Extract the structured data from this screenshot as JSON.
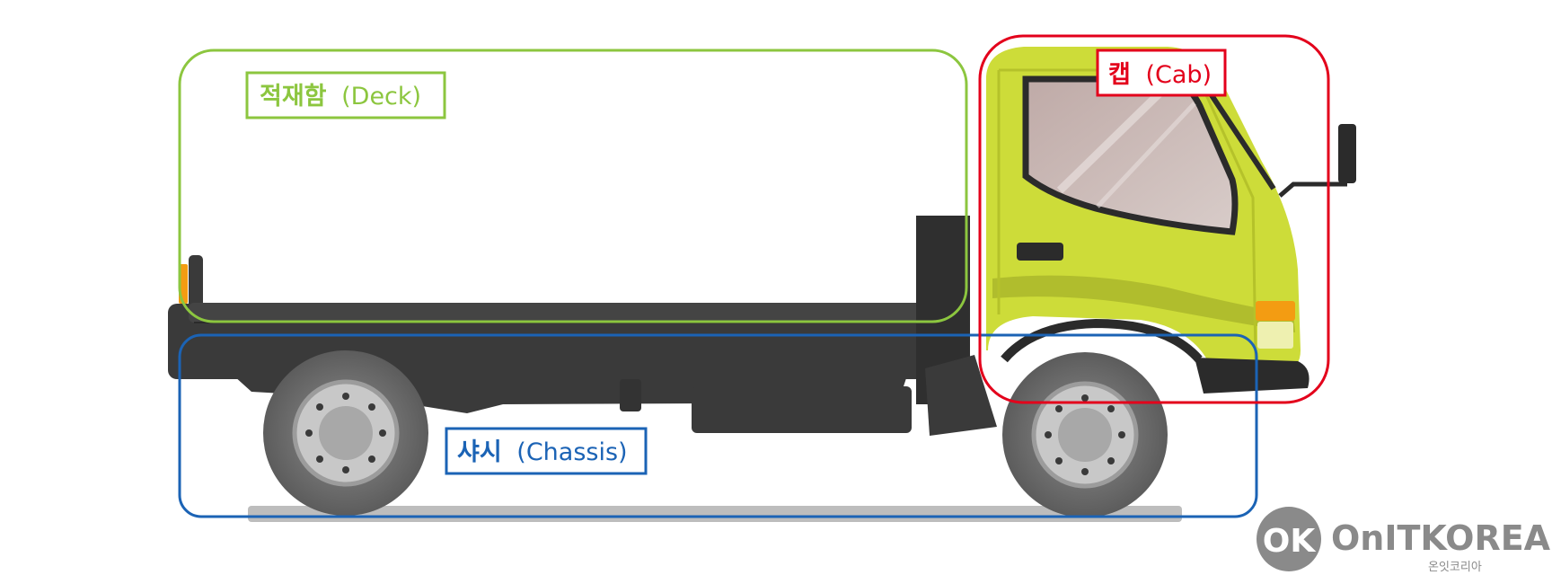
{
  "labels": {
    "deck": {
      "ko": "적재함",
      "en": "(Deck)"
    },
    "cab": {
      "ko": "캡",
      "en": "(Cab)"
    },
    "chassis": {
      "ko": "샤시",
      "en": "(Chassis)"
    }
  },
  "logo": {
    "name": "OnITKOREA",
    "sub": "온잇코리아",
    "badge": "OK"
  },
  "colors": {
    "deck": "#8cc63f",
    "cab": "#e3001b",
    "chassis": "#1b63b5",
    "cab_body": "#cddc39",
    "chassis_dark": "#3a3a3a",
    "logo_gray": "#8a8a8a"
  }
}
